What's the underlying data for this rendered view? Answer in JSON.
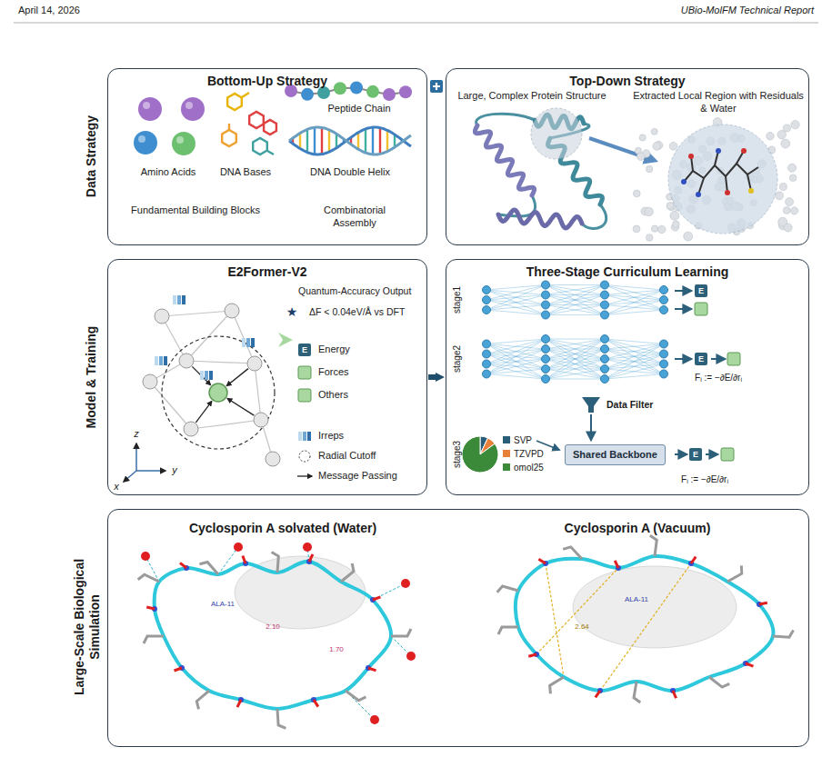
{
  "diagram": {
    "nodes": [
      {
        "text": [
          "Bottom-Up Strategy"
        ]
      },
      {
        "text": [
          "Top-Down Strategy"
        ]
      },
      {
        "text": [
          "E2Former-V2"
        ]
      },
      {
        "text": [
          "Three-Stage Curriculum Learning"
        ]
      },
      {
        "text": [
          "Shared Backbone"
        ],
        "in": 3
      },
      {
        "text": [
          "Cyclosporin A solvated (Water)",
          "Cyclosporin A (Vacuum)"
        ]
      }
    ],
    "edges": [
      {
        "from": 2,
        "to": 3,
        "arrow": "to"
      }
    ],
    "labels": [
      "April 14, 2026",
      "UBio-MolFM Technical Report",
      "Data Strategy",
      "Model & Training",
      "Large-Scale Biological Simulation",
      "Amino Acids",
      "DNA Bases",
      "Peptide Chain",
      "DNA Double Helix",
      "Fundamental Building Blocks",
      "Combinatorial Assembly",
      "Large, Complex Protein Structure",
      "Extracted Local Region with Residuals & Water",
      "Quantum-Accuracy Output",
      "ΔF < 0.04eV/Å vs DFT",
      "E",
      "Energy",
      "Forces",
      "Others",
      "Irreps",
      "Radial Cutoff",
      "Message Passing",
      "z",
      "x",
      "y",
      "stage1",
      "stage2",
      "stage3",
      "E",
      "E",
      "Fᵢ := −∂E/∂rᵢ",
      "E",
      "Fᵢ := −∂E/∂rᵢ",
      "Data Filter",
      "ALA-11",
      "2.10",
      "1.70",
      "ALA-11",
      "2.64"
    ],
    "legend": [
      {
        "text": "SVP",
        "color": "#2a5d78"
      },
      {
        "text": "TZVPD",
        "color": "#e8803a"
      },
      {
        "text": "omol25",
        "color": "#3a8a3a"
      }
    ]
  }
}
